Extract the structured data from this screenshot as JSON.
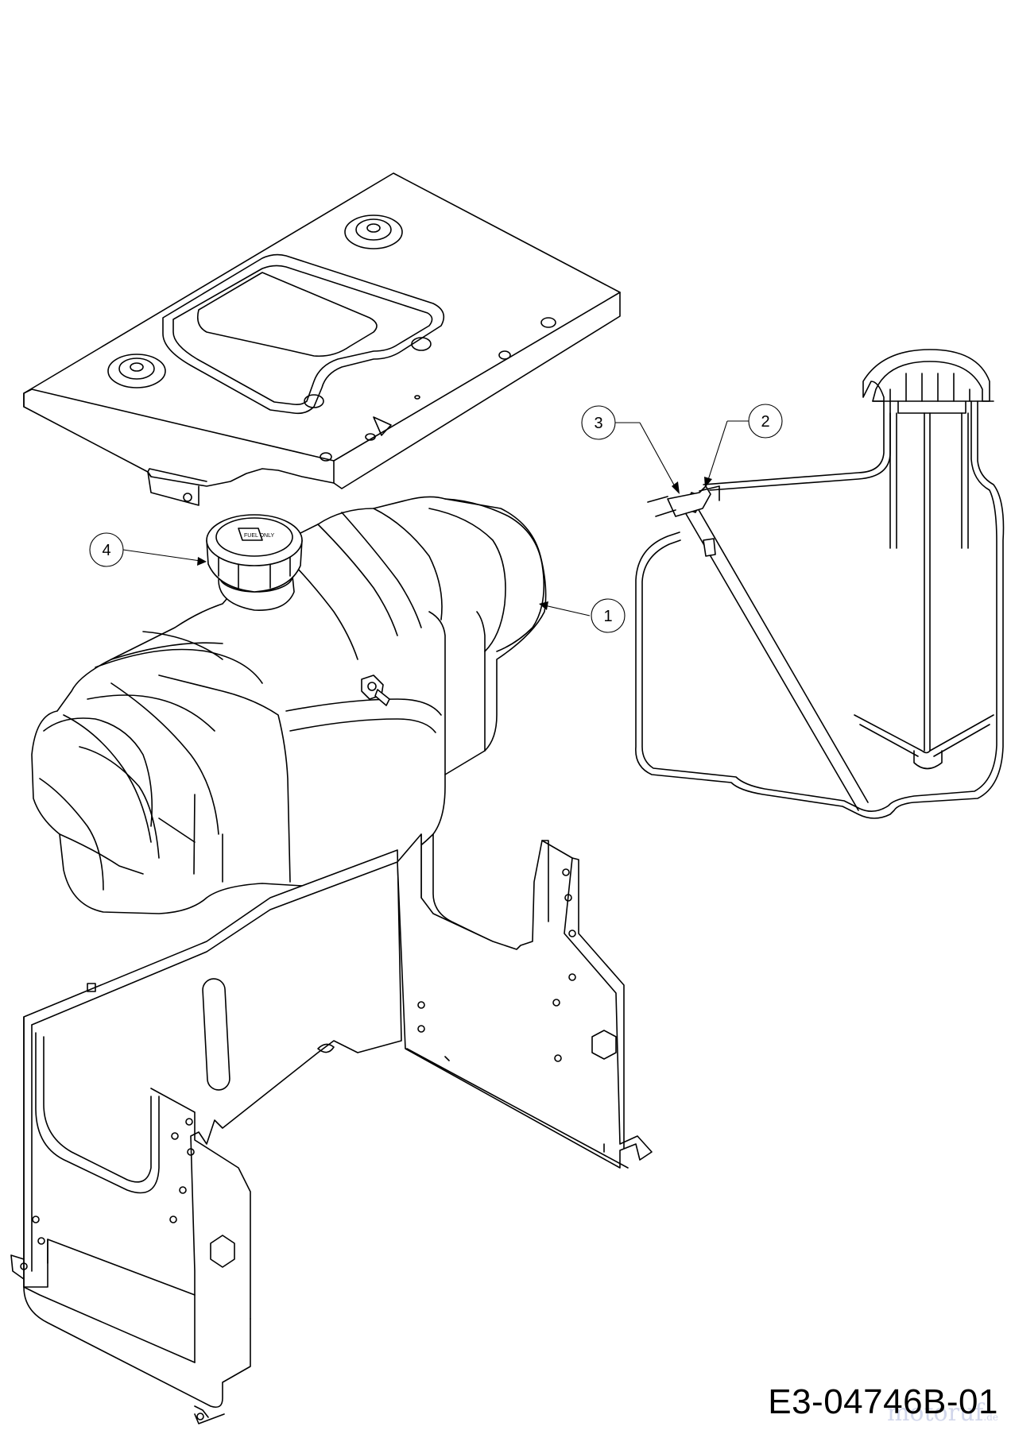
{
  "callouts": [
    {
      "id": "c1",
      "label": "1"
    },
    {
      "id": "c2",
      "label": "2"
    },
    {
      "id": "c3",
      "label": "3"
    },
    {
      "id": "c4",
      "label": "4"
    }
  ],
  "drawing_code": "E3-04746B-01",
  "watermark": {
    "name": "motoruf",
    "suffix": ".de"
  },
  "colors": {
    "line": "#000000",
    "background": "#ffffff",
    "watermark": "#c9cfe8"
  }
}
